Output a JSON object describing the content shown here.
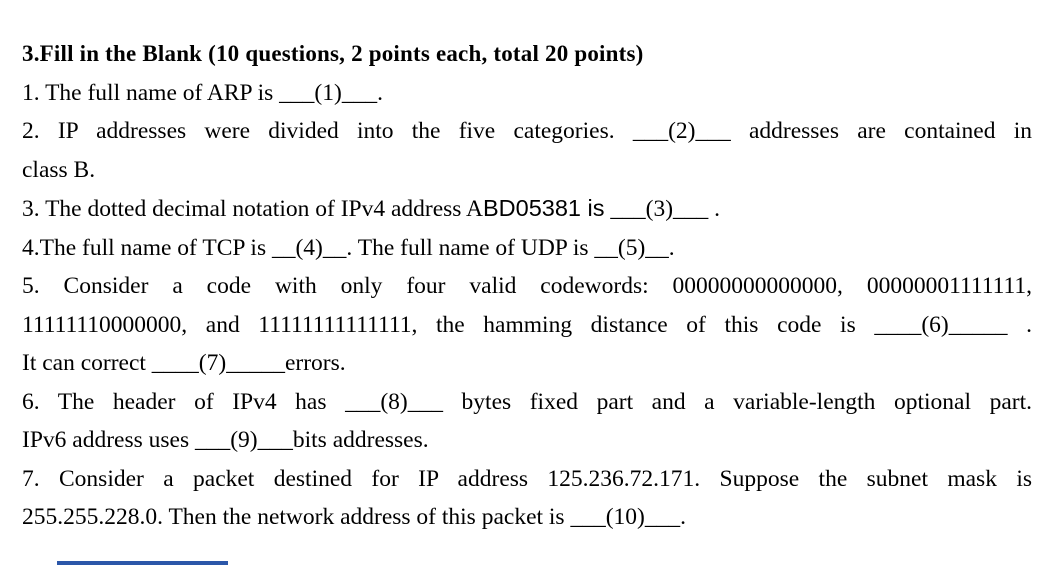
{
  "page": {
    "background": "#ffffff",
    "text_color": "#000000"
  },
  "document": {
    "heading": "3.Fill in the Blank (10 questions, 2 points each, total 20 points)",
    "lines": [
      {
        "id": "q1",
        "stretch": false,
        "parts": [
          {
            "text": "1. The full name of ARP is ___(1)___.",
            "font": "serif"
          }
        ]
      },
      {
        "id": "q2-line1",
        "stretch": true,
        "parts": [
          {
            "text": "2. IP addresses were divided into the five categories. ___(2)___ addresses are contained in",
            "font": "serif"
          }
        ]
      },
      {
        "id": "q2-line2",
        "stretch": false,
        "parts": [
          {
            "text": "class B.",
            "font": "serif"
          }
        ]
      },
      {
        "id": "q3",
        "stretch": false,
        "parts": [
          {
            "text": "3. The dotted decimal notation of IPv4 address A",
            "font": "serif"
          },
          {
            "text": "BD05381 is",
            "font": "sans"
          },
          {
            "text": " ___(3)___ .",
            "font": "serif"
          }
        ]
      },
      {
        "id": "q4",
        "stretch": false,
        "parts": [
          {
            "text": "4.The full name of TCP is __(4)__. The full name of UDP is __(5)__.",
            "font": "serif"
          }
        ]
      },
      {
        "id": "q5-line1",
        "stretch": true,
        "parts": [
          {
            "text": "5. Consider a code with only four valid codewords: 00000000000000, 00000001111111,",
            "font": "serif"
          }
        ]
      },
      {
        "id": "q5-line2",
        "stretch": true,
        "parts": [
          {
            "text": "11111110000000, and 11111111111111, the hamming distance of this code is ____(6)_____ .",
            "font": "serif"
          }
        ]
      },
      {
        "id": "q5-line3",
        "stretch": false,
        "parts": [
          {
            "text": "It can correct ____(7)_____errors.",
            "font": "serif"
          }
        ]
      },
      {
        "id": "q6-line1",
        "stretch": true,
        "parts": [
          {
            "text": "6. The header of IPv4 has ___(8)___ bytes fixed part and a variable-length optional part.",
            "font": "serif"
          }
        ]
      },
      {
        "id": "q6-line2",
        "stretch": false,
        "parts": [
          {
            "text": "IPv6 address uses ___(9)___bits addresses.",
            "font": "serif"
          }
        ]
      },
      {
        "id": "q7-line1",
        "stretch": true,
        "parts": [
          {
            "text": "7. Consider a packet destined for IP address 125.236.72.171. Suppose the subnet mask is",
            "font": "serif"
          }
        ]
      },
      {
        "id": "q7-line2",
        "stretch": false,
        "parts": [
          {
            "text": "255.255.228.0. Then the network address of this packet is ___(10)___.",
            "font": "serif"
          }
        ]
      }
    ]
  },
  "footer_bar": {
    "color": "#2b57a9"
  }
}
